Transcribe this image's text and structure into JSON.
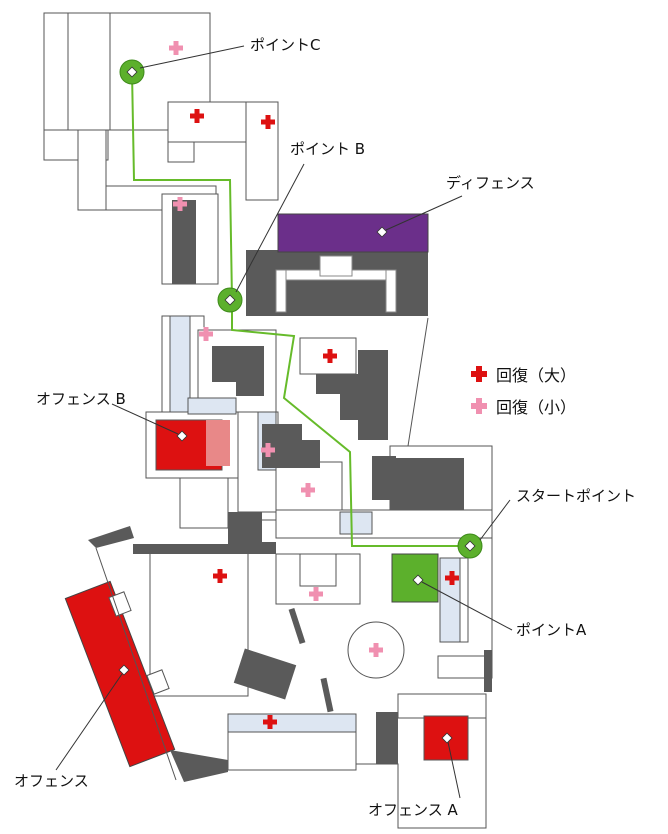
{
  "labels": {
    "point_c": "ポイントC",
    "point_b": "ポイント B",
    "defense": "ディフェンス",
    "offense_b": "オフェンス B",
    "start_point": "スタートポイント",
    "point_a": "ポイントA",
    "offense": "オフェンス",
    "offense_a": "オフェンス A"
  },
  "legend": {
    "heal_large": "回復（大）",
    "heal_small": "回復（小）"
  },
  "colors": {
    "wall": "#5a5a5a",
    "floor": "#ffffff",
    "outline": "#555555",
    "walkway": "#dde6f2",
    "route": "#66bb2a",
    "point": "#5cb02c",
    "offense": "#dd1111",
    "offense_light": "#e88888",
    "defense": "#6b2f8a",
    "heal_large": "#dd1111",
    "heal_small": "#f090b0"
  },
  "icons": {
    "heal_large": "red-cross-icon",
    "heal_small": "pink-cross-icon",
    "marker": "white-diamond-icon"
  }
}
